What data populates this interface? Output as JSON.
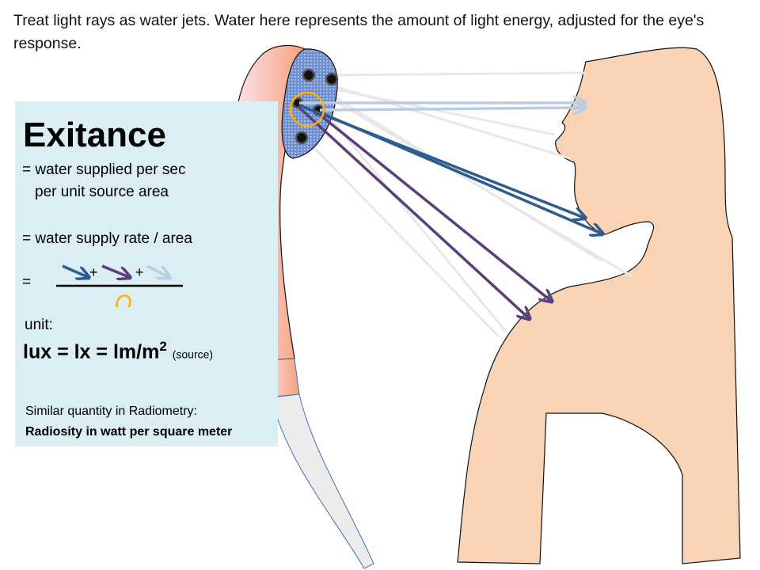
{
  "caption": "Treat light rays as water jets. Water here represents the amount of light energy, adjusted for the eye's response.",
  "panel": {
    "title": "Exitance",
    "line1": "= water supplied per sec",
    "line2": "per unit source area",
    "line3": "= water supply rate / area",
    "equals": "=",
    "plus1": "+",
    "plus2": "+",
    "unit_label": "unit:",
    "unit_formula": "lux = lx = lm/m",
    "unit_exponent": "2",
    "unit_note": "(source)",
    "similar": "Similar quantity in Radiometry:",
    "radiometry": "Radiosity  in watt per square  meter"
  },
  "colors": {
    "panel": "#daeef3",
    "skin": "#fad3b4",
    "arrow_dark_blue": "#2f5c8f",
    "arrow_purple": "#5b3f7a",
    "arrow_light_blue": "#b8cce4",
    "circle": "#ffb000"
  }
}
